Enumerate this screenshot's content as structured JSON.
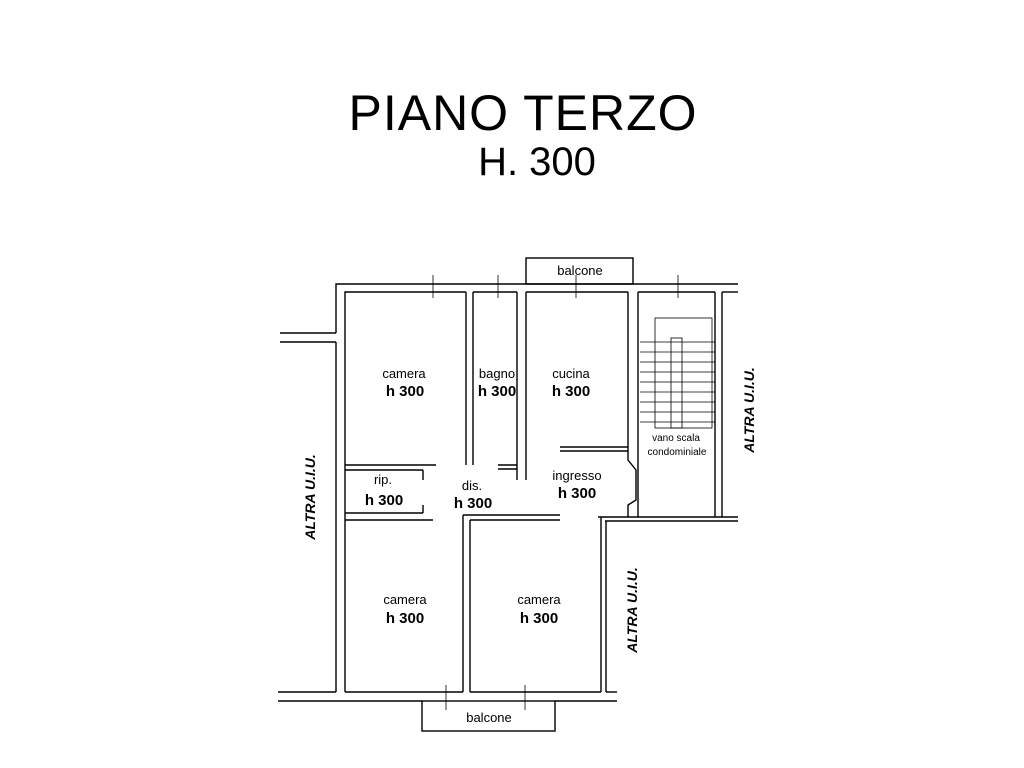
{
  "title": "PIANO TERZO",
  "subtitle": "H. 300",
  "rooms": {
    "camera_top": {
      "name": "camera",
      "height": "h 300"
    },
    "bagno": {
      "name": "bagno",
      "height": "h 300"
    },
    "cucina": {
      "name": "cucina",
      "height": "h 300"
    },
    "rip": {
      "name": "rip.",
      "height": "h 300"
    },
    "dis": {
      "name": "dis.",
      "height": "h 300"
    },
    "ingresso": {
      "name": "ingresso",
      "height": "h 300"
    },
    "camera_bottom_left": {
      "name": "camera",
      "height": "h 300"
    },
    "camera_bottom_right": {
      "name": "camera",
      "height": "h 300"
    },
    "vano_scala": {
      "line1": "vano scala",
      "line2": "condominiale"
    }
  },
  "balconies": {
    "top": "balcone",
    "bottom": "balcone"
  },
  "neighbors": {
    "left": "ALTRA U.I.U.",
    "right_top": "ALTRA U.I.U.",
    "right_bottom": "ALTRA U.I.U."
  }
}
